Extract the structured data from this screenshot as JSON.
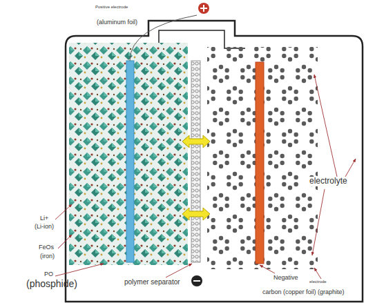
{
  "diagram": {
    "labels": [
      "Positive electrode",
      "(aluminum foil)",
      "Li+",
      "(Li-ion)",
      "FeOs",
      "(iron)",
      "PO",
      "(phosphide)",
      "polymer separator",
      "Negative",
      "electrode",
      "carbon (copper foil) (graphite)",
      "electrolyte"
    ]
  }
}
